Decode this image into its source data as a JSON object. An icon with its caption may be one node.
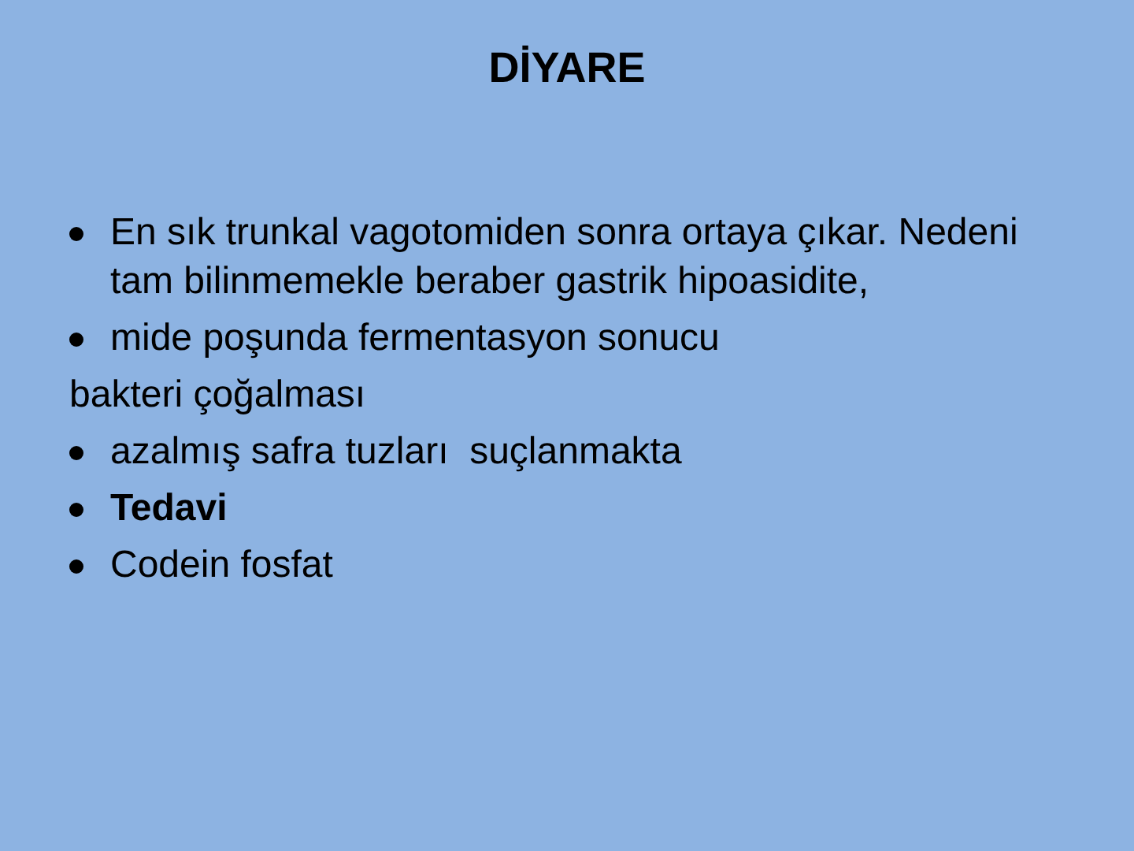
{
  "diagram": {
    "title": "DİYARE",
    "labels": [
      "En sık trunkal vagotomiden sonra ortaya çıkar. Nedeni tam bilinmemekle beraber gastrik hipoasidite,",
      "mide poşunda fermentasyon sonucu",
      "bakteri çoğalması",
      "azalmış safra tuzları  suçlanmakta",
      "Tedavi",
      "Codein fosfat"
    ]
  }
}
